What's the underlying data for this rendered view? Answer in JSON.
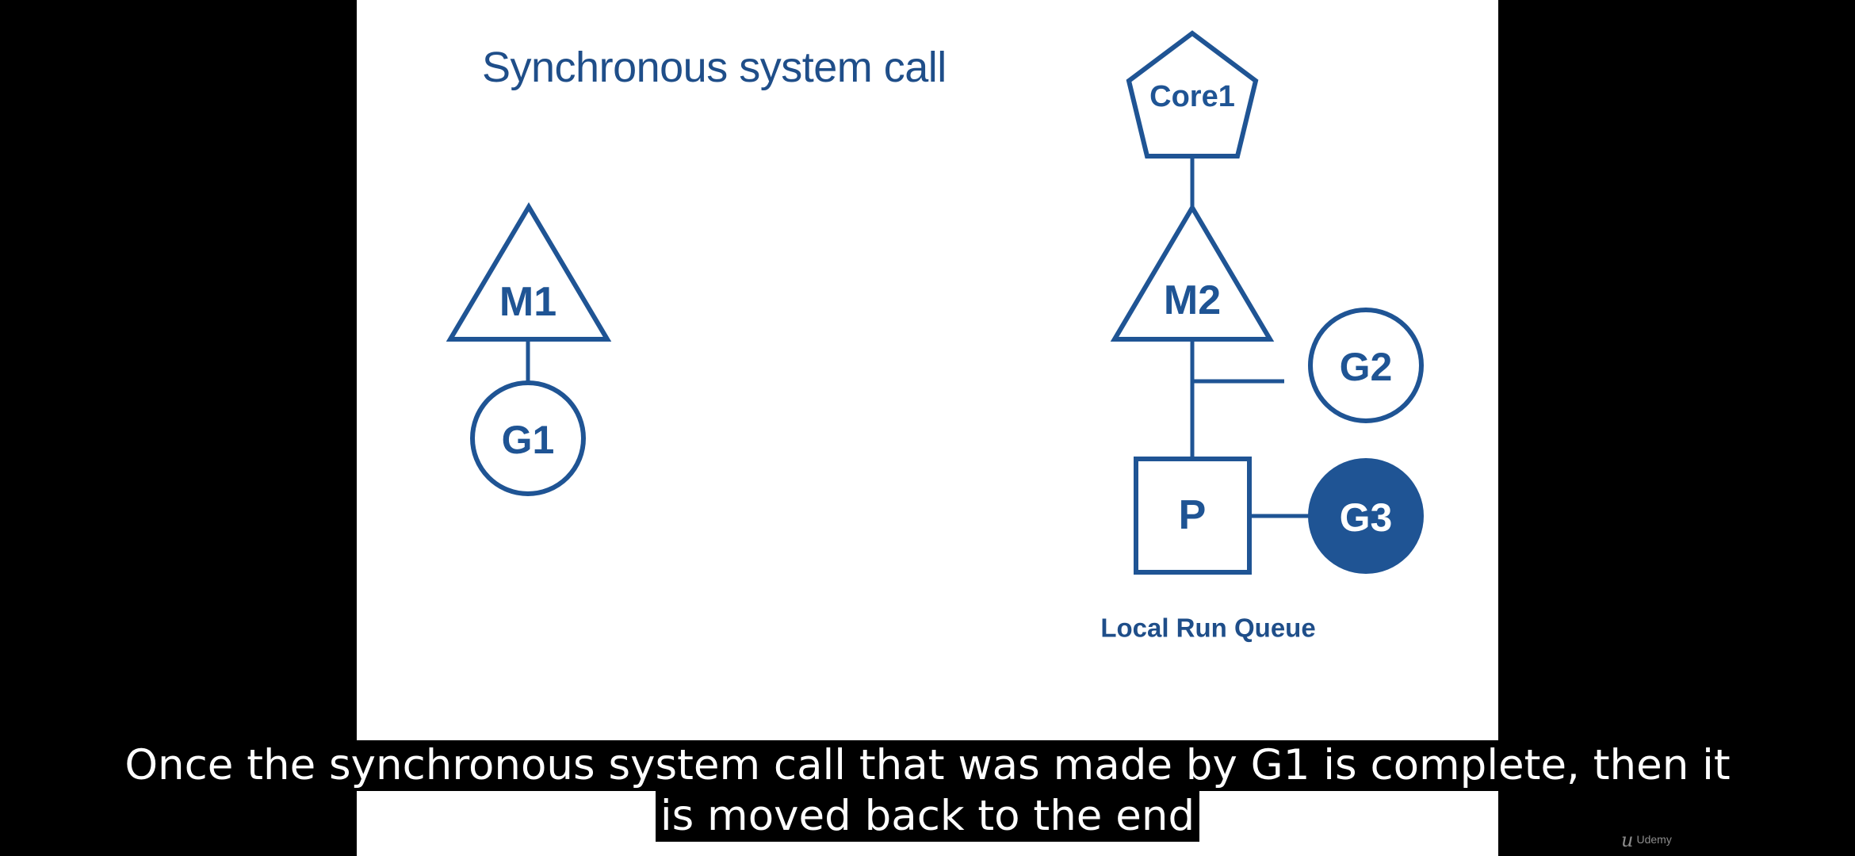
{
  "slide": {
    "title": "Synchronous system call",
    "nodes": {
      "core1": "Core1",
      "m1": "M1",
      "m2": "M2",
      "g1": "G1",
      "g2": "G2",
      "g3": "G3",
      "p": "P"
    },
    "queue_label": "Local Run Queue"
  },
  "subtitles": {
    "line1": "Once the synchronous system call that was made by G1 is complete, then it",
    "line2": "is moved back to the end"
  },
  "watermark": {
    "text": "Udemy",
    "logo_icon": "udemy-logo-icon"
  },
  "colors": {
    "diagram_blue": "#1f5494",
    "slide_background": "#ffffff",
    "letterbox": "#000000"
  }
}
